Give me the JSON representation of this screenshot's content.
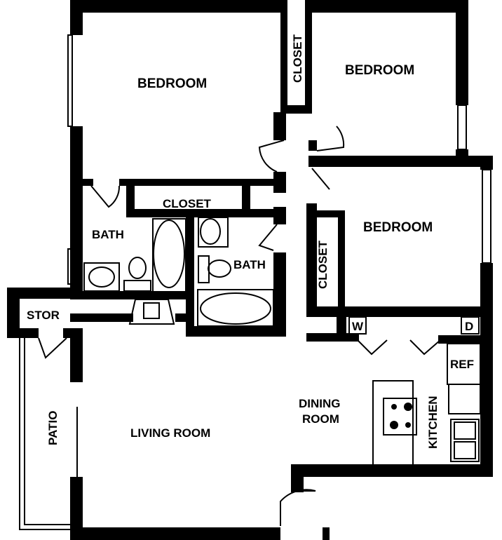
{
  "rooms": {
    "bedroom_1": "BEDROOM",
    "bedroom_2": "BEDROOM",
    "bedroom_3": "BEDROOM",
    "closet_1": "CLOSET",
    "closet_2": "CLOSET",
    "closet_3": "CLOSET",
    "bath_1": "BATH",
    "bath_2": "BATH",
    "stor": "STOR",
    "patio": "PATIO",
    "living_room": "LIVING ROOM",
    "dining_line1": "DINING",
    "dining_line2": "ROOM",
    "kitchen": "KITCHEN",
    "ref": "REF",
    "washer": "W",
    "dryer": "D"
  },
  "colors": {
    "wall": "#000000",
    "background": "#ffffff"
  }
}
